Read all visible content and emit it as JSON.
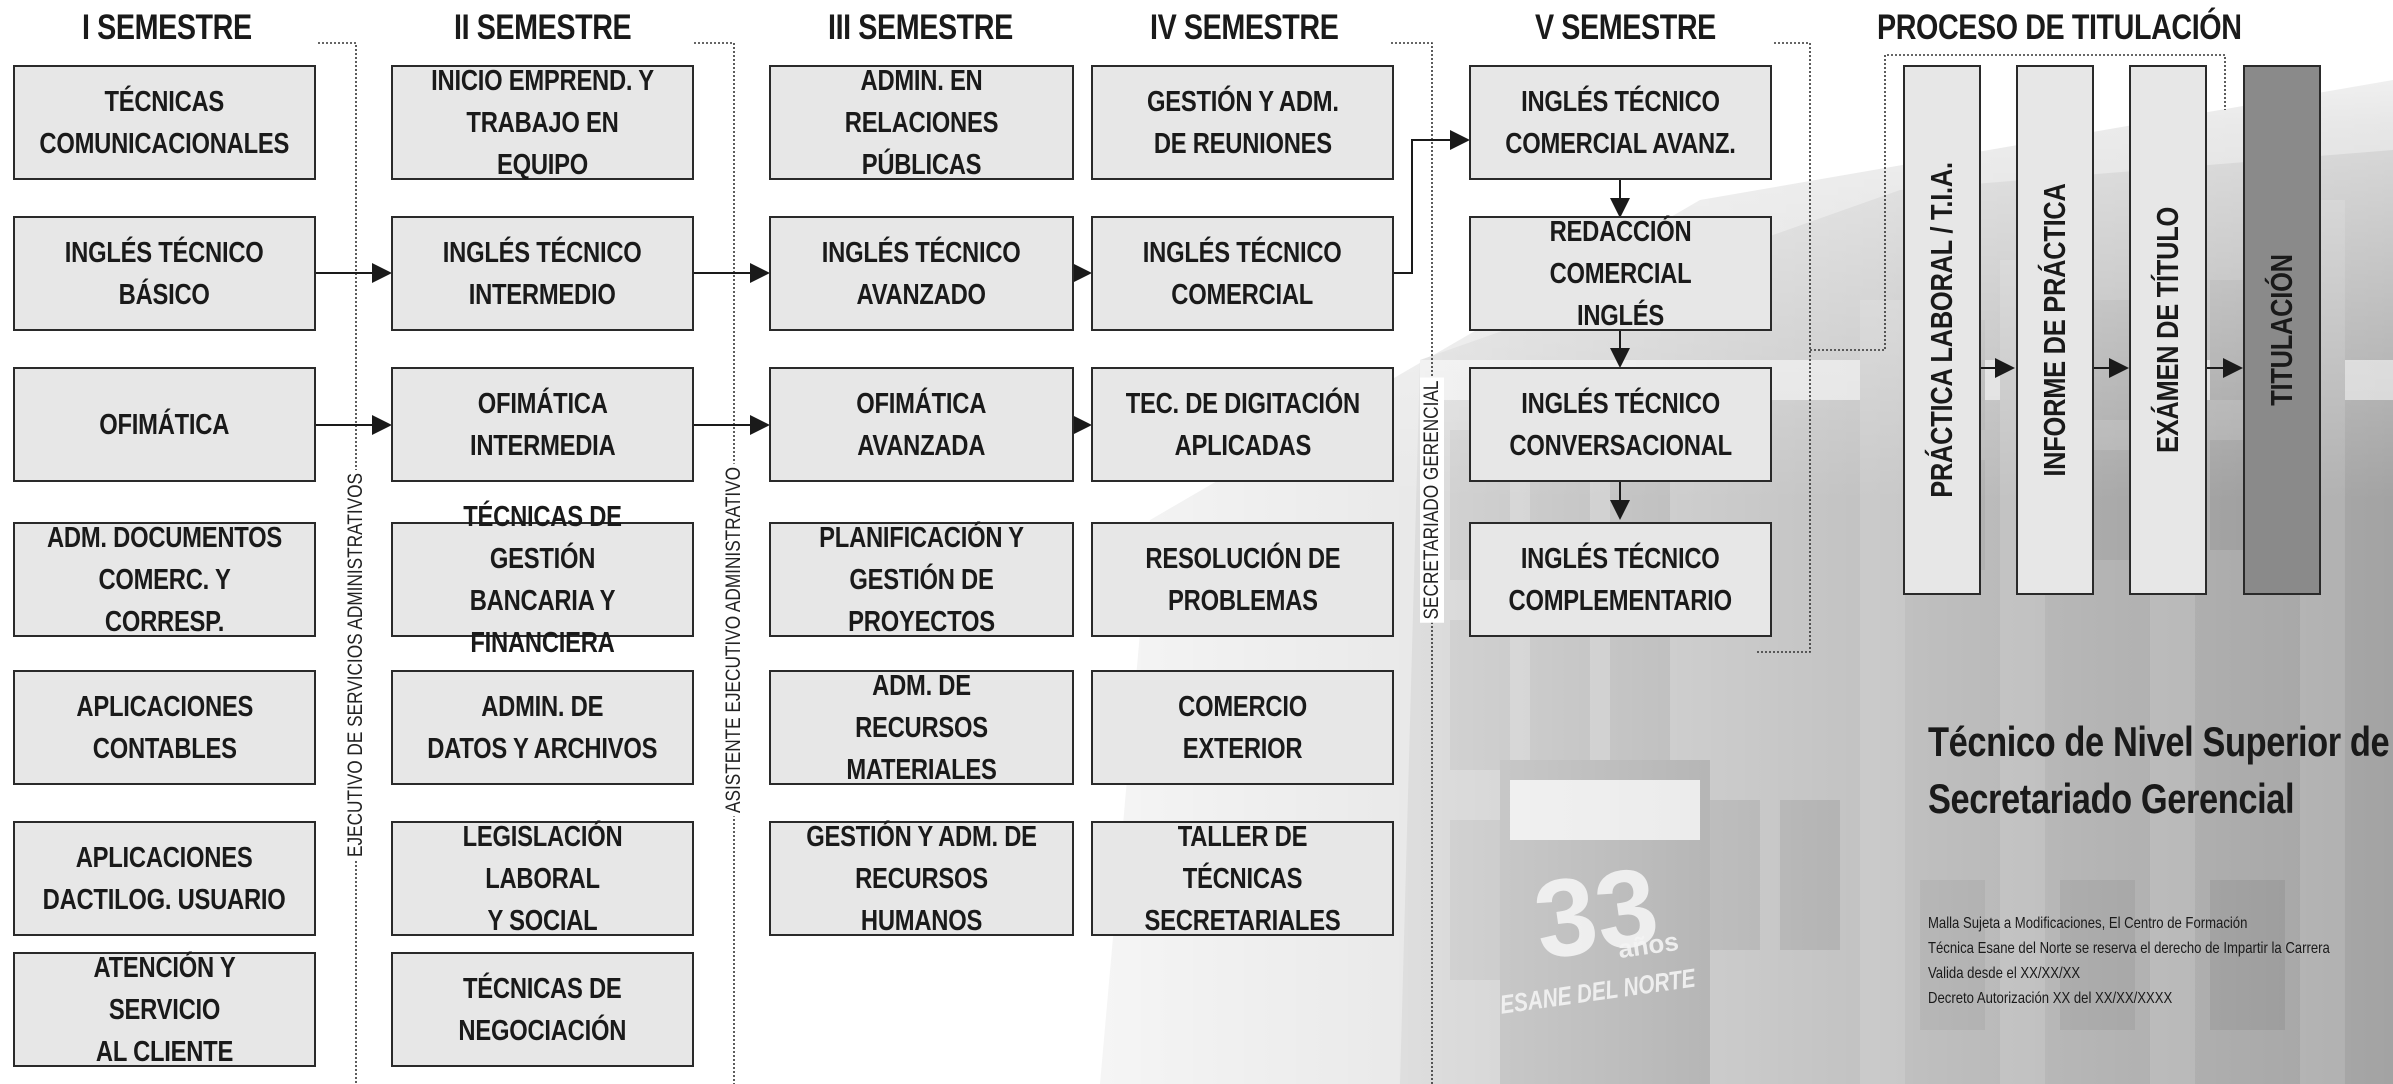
{
  "headers": [
    "I SEMESTRE",
    "II SEMESTRE",
    "III SEMESTRE",
    "IV SEMESTRE",
    "V SEMESTRE",
    "PROCESO DE TITULACIÓN"
  ],
  "courses": {
    "s1": [
      "TÉCNICAS\nCOMUNICACIONALES",
      "INGLÉS TÉCNICO\nBÁSICO",
      "OFIMÁTICA",
      "ADM. DOCUMENTOS\nCOMERC. Y CORRESP.",
      "APLICACIONES\nCONTABLES",
      "APLICACIONES\nDACTILOG. USUARIO",
      "ATENCIÓN Y SERVICIO\nAL CLIENTE"
    ],
    "s2": [
      "INICIO EMPREND. Y\nTRABAJO EN EQUIPO",
      "INGLÉS TÉCNICO\nINTERMEDIO",
      "OFIMÁTICA\nINTERMEDIA",
      "TÉCNICAS DE GESTIÓN\nBANCARIA Y FINANCIERA",
      "ADMIN. DE\nDATOS Y ARCHIVOS",
      "LEGISLACIÓN LABORAL\nY SOCIAL",
      "TÉCNICAS DE\nNEGOCIACIÓN"
    ],
    "s3": [
      "ADMIN. EN\nRELACIONES PÚBLICAS",
      "INGLÉS TÉCNICO\nAVANZADO",
      "OFIMÁTICA\nAVANZADA",
      "PLANIFICACIÓN Y\nGESTIÓN DE PROYECTOS",
      "ADM. DE\nRECURSOS MATERIALES",
      "GESTIÓN Y ADM. DE\nRECURSOS HUMANOS"
    ],
    "s4": [
      "GESTIÓN Y ADM.\nDE REUNIONES",
      "INGLÉS TÉCNICO\nCOMERCIAL",
      "TEC. DE DIGITACIÓN\nAPLICADAS",
      "RESOLUCIÓN DE\nPROBLEMAS",
      "COMERCIO\nEXTERIOR",
      "TALLER DE TÉCNICAS\nSECRETARIALES"
    ],
    "s5": [
      "INGLÉS TÉCNICO\nCOMERCIAL AVANZ.",
      "REDACCIÓN COMERCIAL\nINGLÉS",
      "INGLÉS TÉCNICO\nCONVERSACIONAL",
      "INGLÉS TÉCNICO\nCOMPLEMENTARIO"
    ]
  },
  "titulacion": [
    "PRÁCTICA LABORAL / T.I.A.",
    "INFORME DE PRÁCTICA",
    "EXÁMEN DE TÍTULO",
    "TITULACIÓN"
  ],
  "exit_labels": [
    "EJECUTIVO DE SERVICIOS ADMINISTRATIVOS",
    "ASISTENTE EJECUTIVO ADMINISTRATIVO",
    "SECRETARIADO GERENCIAL"
  ],
  "program_title": [
    "Técnico de Nivel Superior de",
    "Secretariado Gerencial"
  ],
  "notes": [
    "Malla Sujeta a Modificaciones, El Centro de Formación",
    "Técnica Esane del Norte se reserva el derecho de Impartir la Carrera",
    "Valida desde el XX/XX/XX",
    "Decreto Autorización XX del XX/XX/XXXX"
  ],
  "photo_text": [
    "33",
    "años",
    "ESANE DEL NORTE"
  ],
  "colors": {
    "box_fill": "#e7e7e7",
    "border": "#2a2a2a",
    "titulacion_fill": "#8a8a8a",
    "text": "#1a1a1a"
  }
}
